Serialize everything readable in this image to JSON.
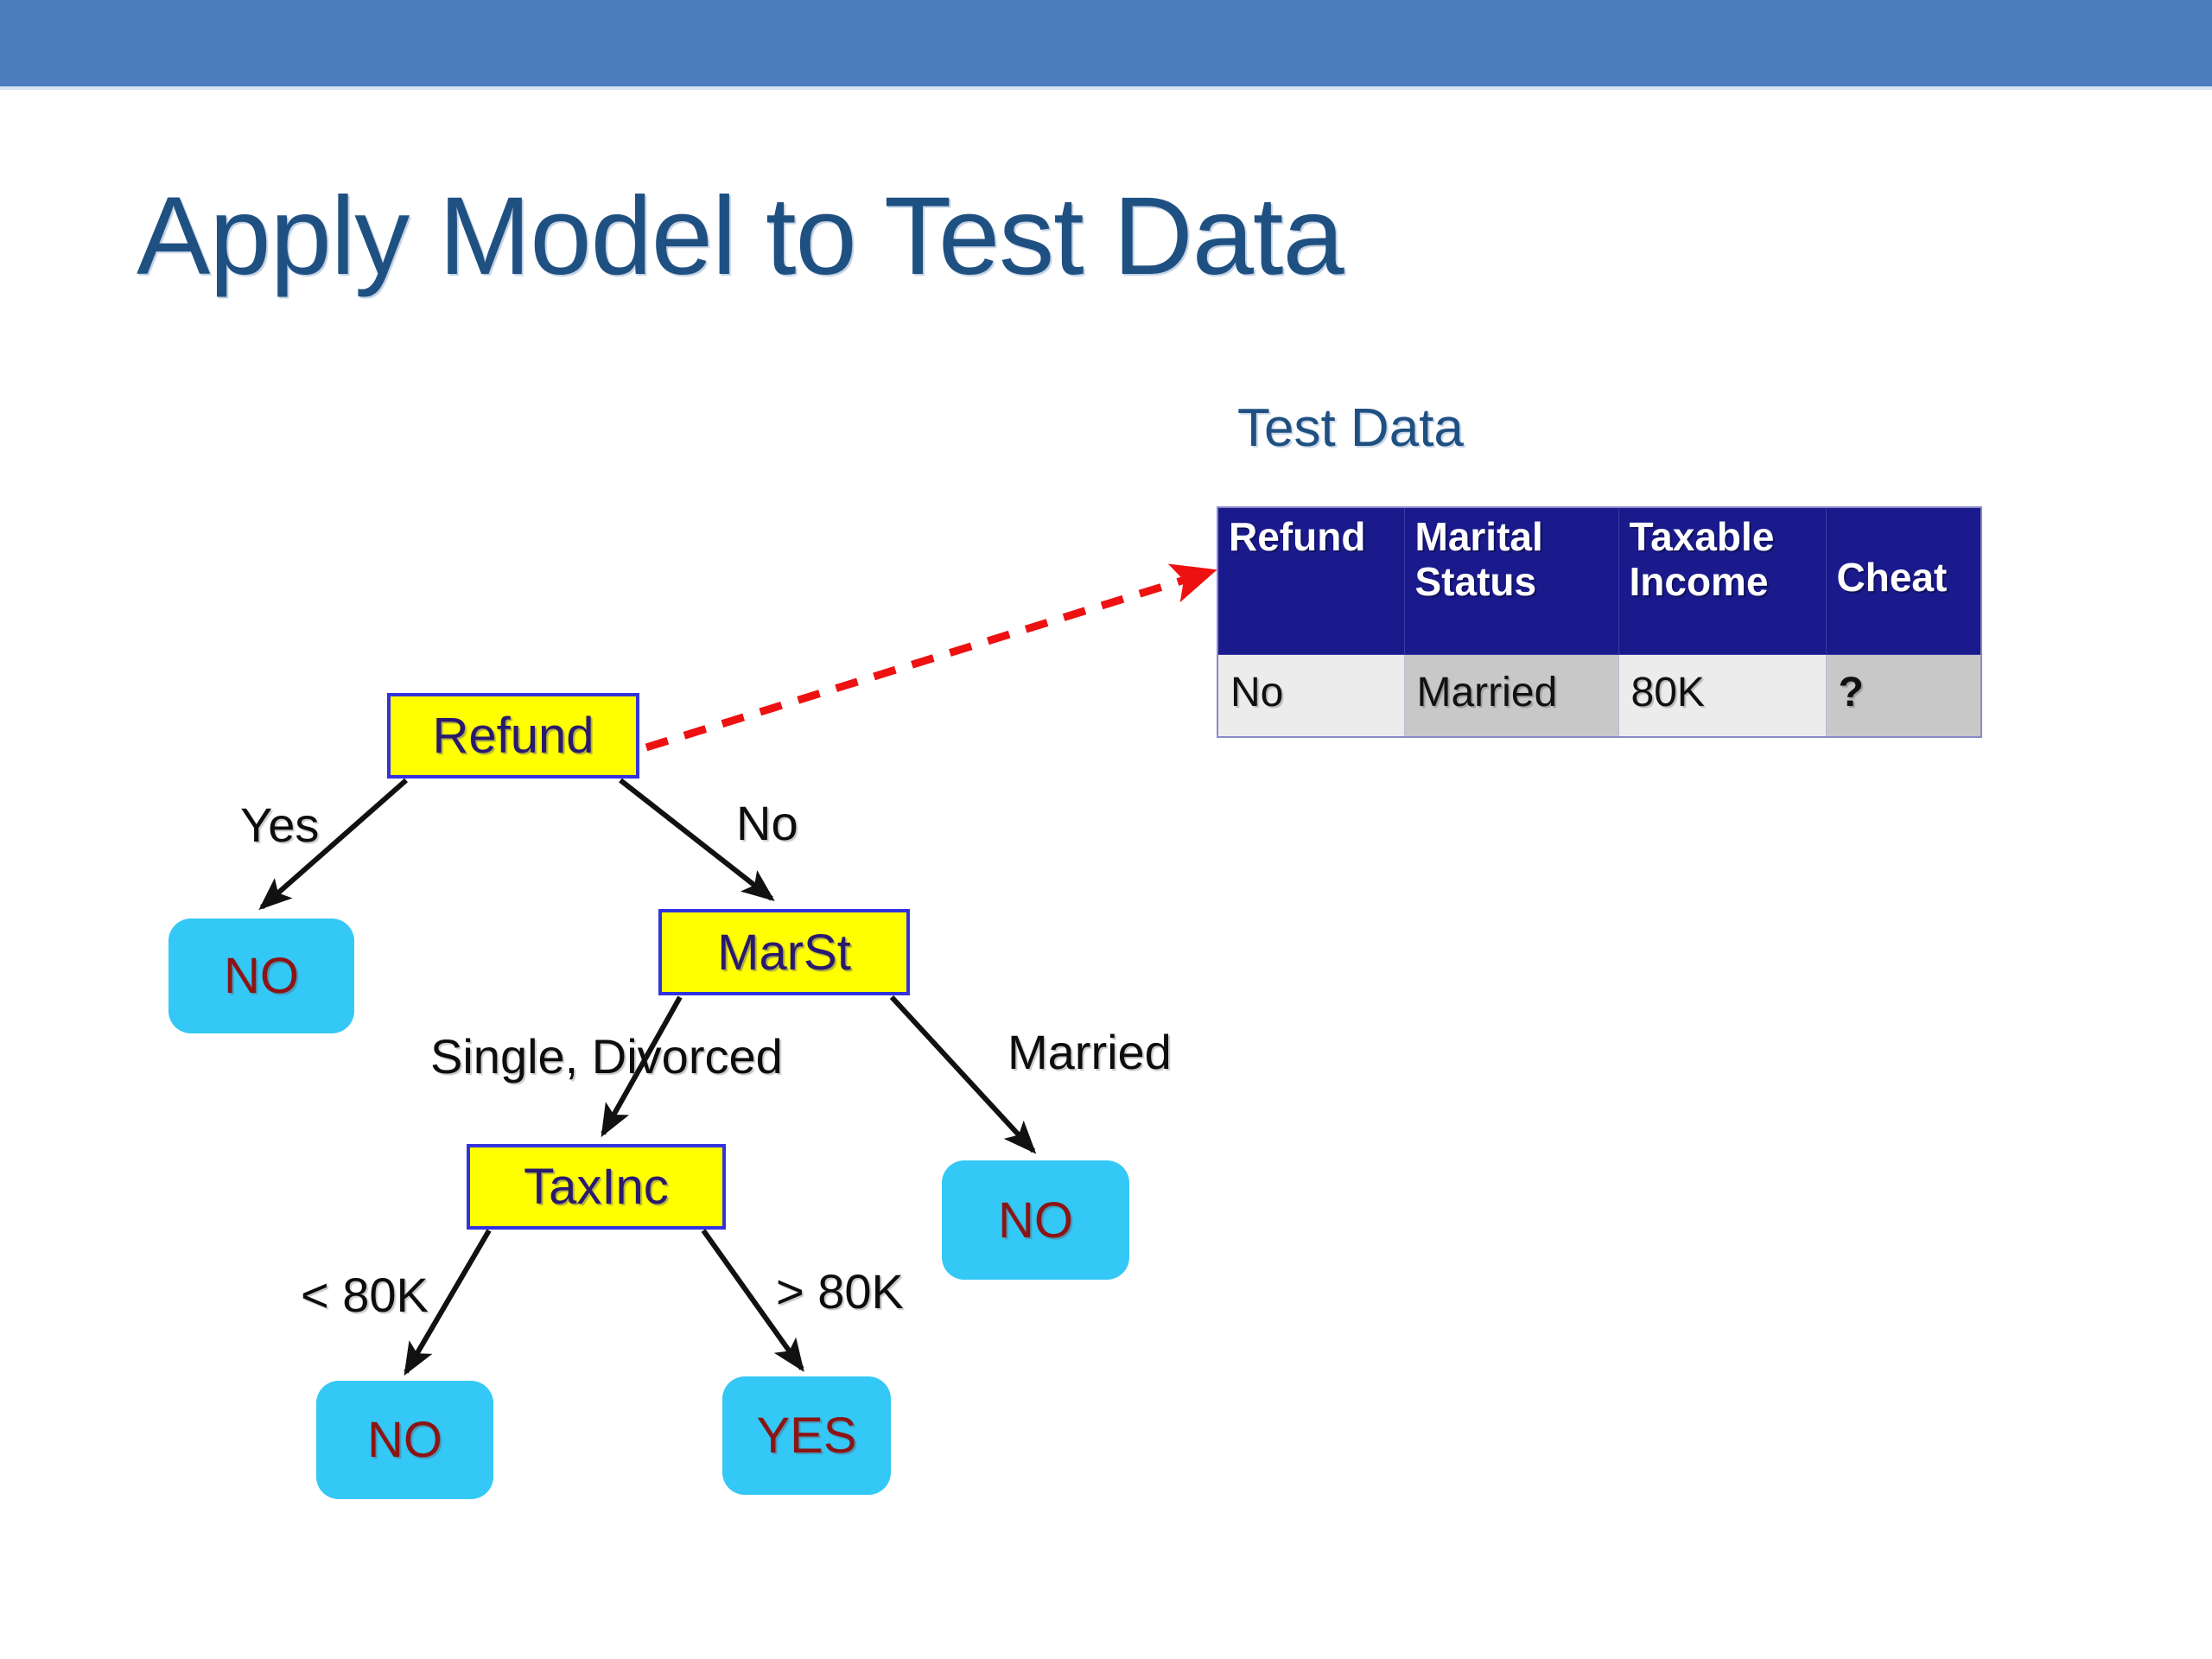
{
  "slide": {
    "title": "Apply Model to Test Data",
    "accent_band_color": "#4c7cbe",
    "title_color": "#1f5082"
  },
  "test_data": {
    "heading": "Test Data",
    "columns": [
      "Refund",
      "Marital Status",
      "Taxable Income",
      "Cheat"
    ],
    "column_lines": [
      [
        "Refund",
        ""
      ],
      [
        "Marital",
        "Status"
      ],
      [
        "Taxable",
        "Income"
      ],
      [
        "Cheat"
      ]
    ],
    "rows": [
      {
        "refund": "No",
        "marital_status": "Married",
        "taxable_income": "80K",
        "cheat": "?"
      }
    ],
    "header_bg": "#1a1a8c",
    "header_fg": "#ffffff",
    "cell_bg_light": "#ececec",
    "cell_bg_dark": "#c8c8c8"
  },
  "tree": {
    "decision_node_fill": "#ffff00",
    "decision_node_border": "#3333dd",
    "decision_node_text": "#2a1a6e",
    "leaf_fill": "#33c8f5",
    "leaf_text": "#8b1515",
    "edge_color": "#111111",
    "pointer_color": "#ee1111",
    "nodes": {
      "root": "Refund",
      "marital": "MarSt",
      "income": "TaxInc",
      "leaf_refund_yes": "NO",
      "leaf_married": "NO",
      "leaf_income_low": "NO",
      "leaf_income_high": "YES"
    },
    "edge_labels": {
      "refund_yes": "Yes",
      "refund_no": "No",
      "marst_single_divorced": "Single, Divorced",
      "marst_married": "Married",
      "taxinc_low": "< 80K",
      "taxinc_high": "> 80K"
    }
  }
}
